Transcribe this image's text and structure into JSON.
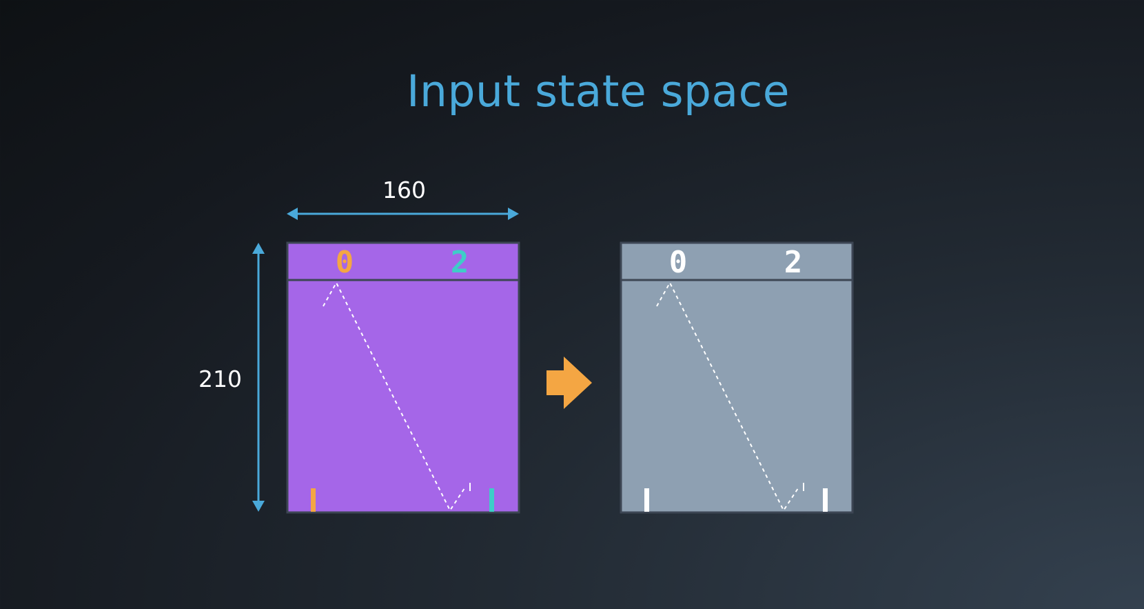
{
  "title": "Input state space",
  "dimensions": {
    "width_label": "160",
    "height_label": "210"
  },
  "frames": {
    "color": {
      "score_left": "0",
      "score_right": "2",
      "background": "#a566e8",
      "left_color": "#f4a643",
      "right_color": "#3ecdc8"
    },
    "grayscale": {
      "score_left": "0",
      "score_right": "2",
      "background": "#8ea0b2",
      "left_color": "#ffffff",
      "right_color": "#ffffff"
    }
  },
  "colors": {
    "accent": "#4aa9da",
    "arrow": "#f4a643",
    "frame_border": "#3d4654"
  }
}
